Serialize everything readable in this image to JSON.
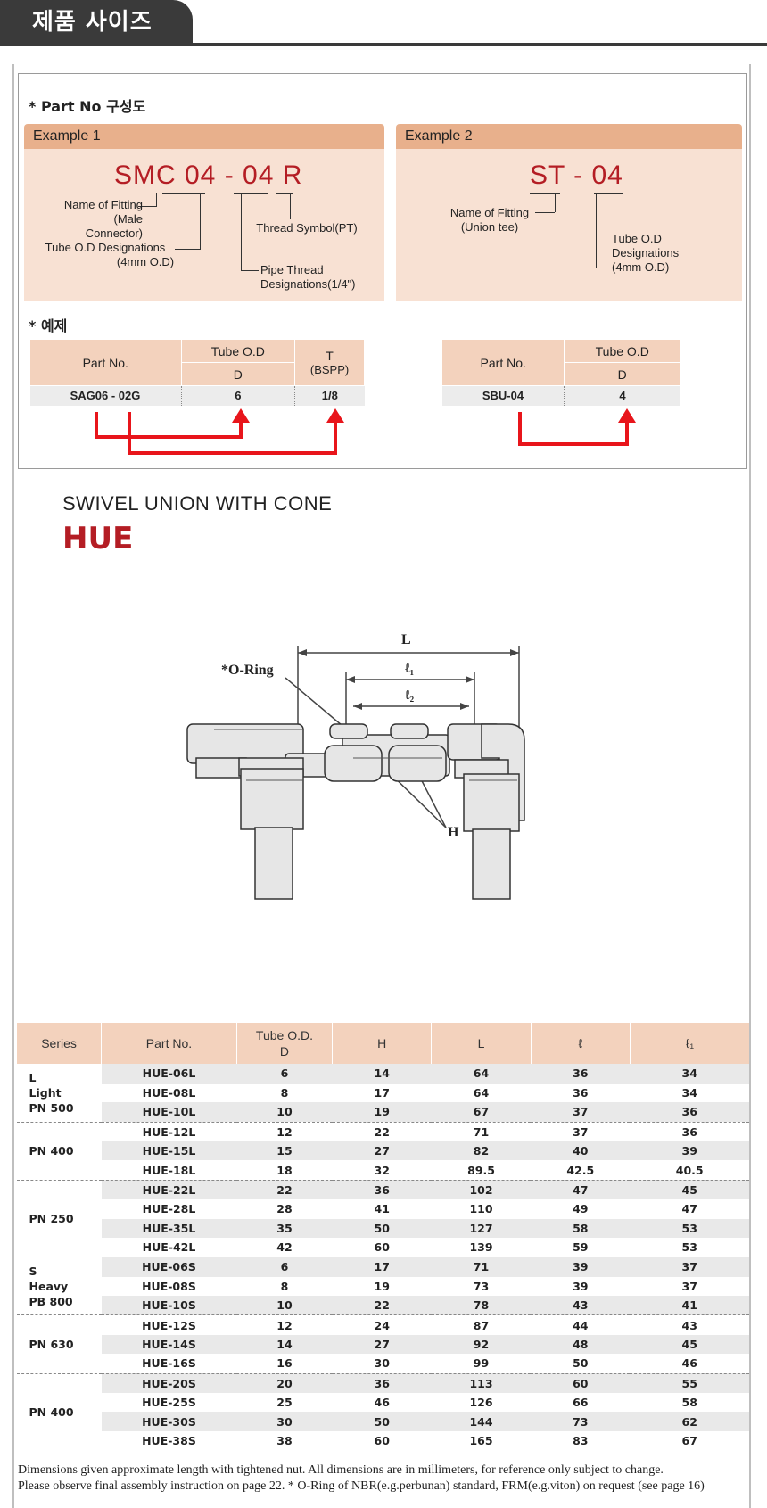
{
  "header": {
    "title": "제품 사이즈"
  },
  "part_no": {
    "title": "* Part No 구성도",
    "example1": {
      "head": "Example 1",
      "code": "SMC 04 - 04 R",
      "labels": {
        "name_of_fitting": "Name of Fitting",
        "male_connector": "(Male Connector)",
        "tube_od": "Tube O.D Designations",
        "tube_od_val": "(4mm O.D)",
        "thread_symbol": "Thread Symbol(PT)",
        "pipe_thread": "Pipe Thread",
        "pipe_thread_val": "Designations(1/4\")"
      }
    },
    "example2": {
      "head": "Example 2",
      "code": "ST - 04",
      "labels": {
        "name_of_fitting": "Name of Fitting",
        "union_tee": "(Union tee)",
        "tube_od": "Tube O.D",
        "designations": "Designations",
        "tube_od_val": "(4mm O.D)"
      }
    },
    "examples_title": "* 예제",
    "table1": {
      "h_part": "Part No.",
      "h_tube": "Tube O.D",
      "h_d": "D",
      "h_t": "T",
      "h_bspp": "(BSPP)",
      "part": "SAG06 - 02G",
      "d": "6",
      "t": "1/8"
    },
    "table2": {
      "h_part": "Part No.",
      "h_tube": "Tube O.D",
      "h_d": "D",
      "part": "SBU-04",
      "d": "4"
    }
  },
  "product": {
    "subtitle": "SWIVEL UNION WITH CONE",
    "name": "HUE",
    "drawing_labels": {
      "o_ring": "*O-Ring",
      "L": "L",
      "l1": "ℓ₁",
      "l2": "ℓ₂",
      "H": "H"
    }
  },
  "spec_table": {
    "headers": [
      "Series",
      "Part No.",
      "Tube O.D.",
      "D",
      "H",
      "L",
      "ℓ",
      "ℓ₁"
    ],
    "groups": [
      {
        "series": [
          "L",
          "Light",
          "PN 500"
        ],
        "rows": [
          [
            "HUE-06L",
            "6",
            "14",
            "64",
            "36",
            "34"
          ],
          [
            "HUE-08L",
            "8",
            "17",
            "64",
            "36",
            "34"
          ],
          [
            "HUE-10L",
            "10",
            "19",
            "67",
            "37",
            "36"
          ]
        ]
      },
      {
        "series": [
          "PN 400"
        ],
        "rows": [
          [
            "HUE-12L",
            "12",
            "22",
            "71",
            "37",
            "36"
          ],
          [
            "HUE-15L",
            "15",
            "27",
            "82",
            "40",
            "39"
          ],
          [
            "HUE-18L",
            "18",
            "32",
            "89.5",
            "42.5",
            "40.5"
          ]
        ]
      },
      {
        "series": [
          "PN 250"
        ],
        "rows": [
          [
            "HUE-22L",
            "22",
            "36",
            "102",
            "47",
            "45"
          ],
          [
            "HUE-28L",
            "28",
            "41",
            "110",
            "49",
            "47"
          ],
          [
            "HUE-35L",
            "35",
            "50",
            "127",
            "58",
            "53"
          ],
          [
            "HUE-42L",
            "42",
            "60",
            "139",
            "59",
            "53"
          ]
        ]
      },
      {
        "series": [
          "S",
          "Heavy",
          "PB 800"
        ],
        "rows": [
          [
            "HUE-06S",
            "6",
            "17",
            "71",
            "39",
            "37"
          ],
          [
            "HUE-08S",
            "8",
            "19",
            "73",
            "39",
            "37"
          ],
          [
            "HUE-10S",
            "10",
            "22",
            "78",
            "43",
            "41"
          ]
        ]
      },
      {
        "series": [
          "PN 630"
        ],
        "rows": [
          [
            "HUE-12S",
            "12",
            "24",
            "87",
            "44",
            "43"
          ],
          [
            "HUE-14S",
            "14",
            "27",
            "92",
            "48",
            "45"
          ],
          [
            "HUE-16S",
            "16",
            "30",
            "99",
            "50",
            "46"
          ]
        ]
      },
      {
        "series": [
          "PN 400"
        ],
        "rows": [
          [
            "HUE-20S",
            "20",
            "36",
            "113",
            "60",
            "55"
          ],
          [
            "HUE-25S",
            "25",
            "46",
            "126",
            "66",
            "58"
          ],
          [
            "HUE-30S",
            "30",
            "50",
            "144",
            "73",
            "62"
          ],
          [
            "HUE-38S",
            "38",
            "60",
            "165",
            "83",
            "67"
          ]
        ]
      }
    ]
  },
  "notes": [
    "Dimensions given approximate length with tightened nut. All dimensions are in millimeters, for reference only subject to change.",
    "Please observe final assembly instruction on page 22. * O-Ring of NBR(e.g.perbunan) standard, FRM(e.g.viton) on request (see page 16)"
  ],
  "colors": {
    "accent_red": "#b41d24",
    "header_peach": "#e8b08c",
    "body_peach": "#f8e1d3",
    "arrow_red": "#e8151b"
  }
}
